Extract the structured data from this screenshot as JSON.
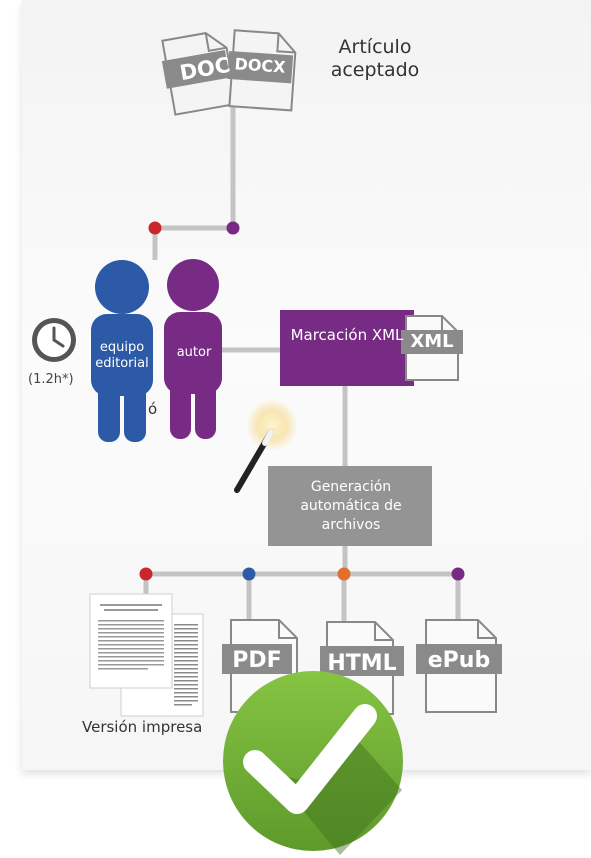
{
  "accepted_article": {
    "title": "Artículo aceptado",
    "badges": [
      "DOC",
      "DOCX"
    ]
  },
  "actors": {
    "time": "(1.2h*)",
    "editorial": "equipo editorial",
    "or": "ó",
    "author": "autor"
  },
  "markup": {
    "title": "Marcación XML",
    "badge": "XML"
  },
  "generation": {
    "title": "Generación automática de archivos"
  },
  "outputs": {
    "print_label": "Versión impresa",
    "formats": [
      "PDF",
      "HTML",
      "ePub"
    ]
  },
  "colors": {
    "blue": "#2d5aa6",
    "purple": "#782b84",
    "gray_box": "#949494",
    "connector": "#c4c4c4",
    "red_dot": "#c8282d",
    "blue_dot": "#2d5aa6",
    "orange_dot": "#e2702c",
    "purple_dot": "#782b84",
    "check_green": "#7db83a"
  },
  "icons": [
    "document-icon",
    "clock-icon",
    "person-icon",
    "magic-wand-icon",
    "checkmark-icon"
  ]
}
